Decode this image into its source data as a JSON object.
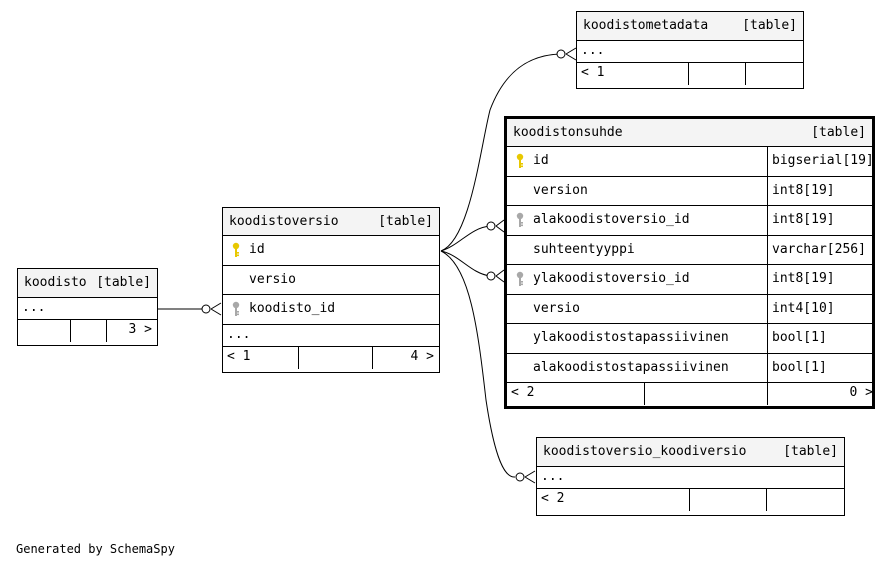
{
  "tables": {
    "koodistometadata": {
      "name": "koodistometadata",
      "tag": "[table]",
      "more": "...",
      "foot_left": "< 1"
    },
    "koodistonsuhde": {
      "name": "koodistonsuhde",
      "tag": "[table]",
      "columns": [
        {
          "name": "id",
          "type": "bigserial[19]",
          "key": "primary"
        },
        {
          "name": "version",
          "type": "int8[19]",
          "key": "none"
        },
        {
          "name": "alakoodistoversio_id",
          "type": "int8[19]",
          "key": "foreign"
        },
        {
          "name": "suhteentyyppi",
          "type": "varchar[256]",
          "key": "none"
        },
        {
          "name": "ylakoodistoversio_id",
          "type": "int8[19]",
          "key": "foreign"
        },
        {
          "name": "versio",
          "type": "int4[10]",
          "key": "none"
        },
        {
          "name": "ylakoodistostapassiivinen",
          "type": "bool[1]",
          "key": "none"
        },
        {
          "name": "alakoodistostapassiivinen",
          "type": "bool[1]",
          "key": "none"
        }
      ],
      "foot_left": "< 2",
      "foot_right": "0 >"
    },
    "koodistoversio": {
      "name": "koodistoversio",
      "tag": "[table]",
      "columns": [
        {
          "name": "id",
          "key": "primary"
        },
        {
          "name": "versio",
          "key": "none"
        },
        {
          "name": "koodisto_id",
          "key": "foreign"
        }
      ],
      "more": "...",
      "foot_left": "< 1",
      "foot_right": "4 >"
    },
    "koodisto": {
      "name": "koodisto",
      "tag": "[table]",
      "more": "...",
      "foot_right": "3 >"
    },
    "koodistoversio_koodiversio": {
      "name": "koodistoversio_koodiversio",
      "tag": "[table]",
      "more": "...",
      "foot_left": "< 2"
    }
  },
  "colors": {
    "primary_key": "#e8c800",
    "foreign_key": "#a8a8a8",
    "header_bg": "#f4f4f4"
  },
  "footer_text": "Generated by SchemaSpy"
}
